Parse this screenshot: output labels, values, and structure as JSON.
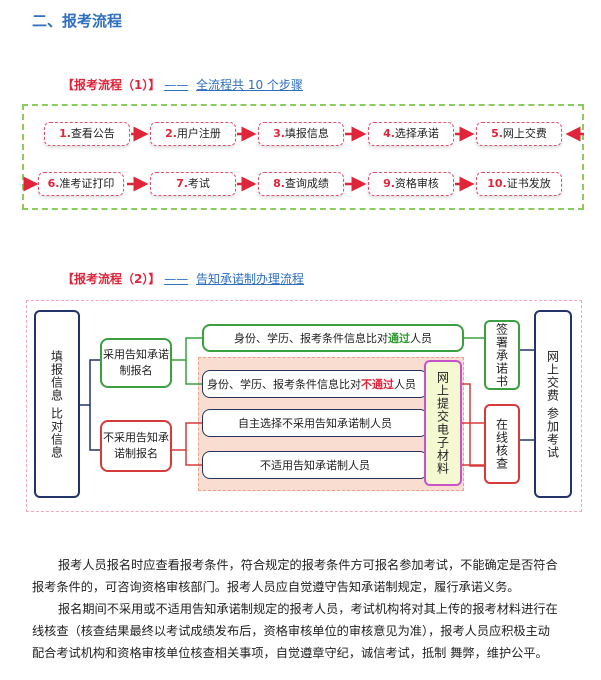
{
  "section_title": "二、报考流程",
  "flow1": {
    "tag": "【报考流程（1）】",
    "dash": "——",
    "subtitle": "全流程共 10 个步骤",
    "steps": [
      {
        "num": "1.",
        "label": "查看公告"
      },
      {
        "num": "2.",
        "label": "用户注册"
      },
      {
        "num": "3.",
        "label": "填报信息"
      },
      {
        "num": "4.",
        "label": "选择承诺"
      },
      {
        "num": "5.",
        "label": "网上交费"
      },
      {
        "num": "6.",
        "label": "准考证打印"
      },
      {
        "num": "7.",
        "label": "考试"
      },
      {
        "num": "8.",
        "label": "查询成绩"
      },
      {
        "num": "9.",
        "label": "资格审核"
      },
      {
        "num": "10.",
        "label": "证书发放"
      }
    ]
  },
  "flow2": {
    "tag": "【报考流程（2）】",
    "dash": "——",
    "subtitle": "告知承诺制办理流程",
    "fill_info": "填报信息 比对信息",
    "use_commit": "采用告知承诺制报名",
    "no_commit": "不采用告知承诺制报名",
    "pass_pre": "身份、学历、报考条件信息比对",
    "pass_word": "通过",
    "pass_post": "人员",
    "fail_pre": "身份、学历、报考条件信息比对",
    "fail_word": "不通过",
    "fail_post": "人员",
    "voluntary": "自主选择不采用告知承诺制人员",
    "not_applicable": "不适用告知承诺制人员",
    "upload": "网上提交电子材料",
    "sign": "签署承诺书",
    "online_review": "在线核查",
    "pay_exam": "网上交费 参加考试",
    "colors": {
      "green": "#3aa040",
      "red": "#d53b3b",
      "navy": "#23336b",
      "accent": "#e0243a",
      "blue": "#2f6fc0"
    }
  },
  "paragraphs": {
    "p1_l1": "报考人员报名时应查看报考条件，符合规定的报考条件方可报名参加考试，不能确定是否符合",
    "p1_l2": "报考条件的，可咨询资格审核部门。报考人员应自觉遵守告知承诺制规定，履行承诺义务。",
    "p2_l1": "报名期间不采用或不适用告知承诺制规定的报考人员，考试机构将对其上传的报考材料进行在",
    "p2_l2": "线核查（核查结果最终以考试成绩发布后，资格审核单位的审核意见为准），报考人员应积极主动",
    "p2_l3": "配合考试机构和资格审核单位核查相关事项，自觉遵章守纪，诚信考试，抵制 舞弊，维护公平。"
  }
}
